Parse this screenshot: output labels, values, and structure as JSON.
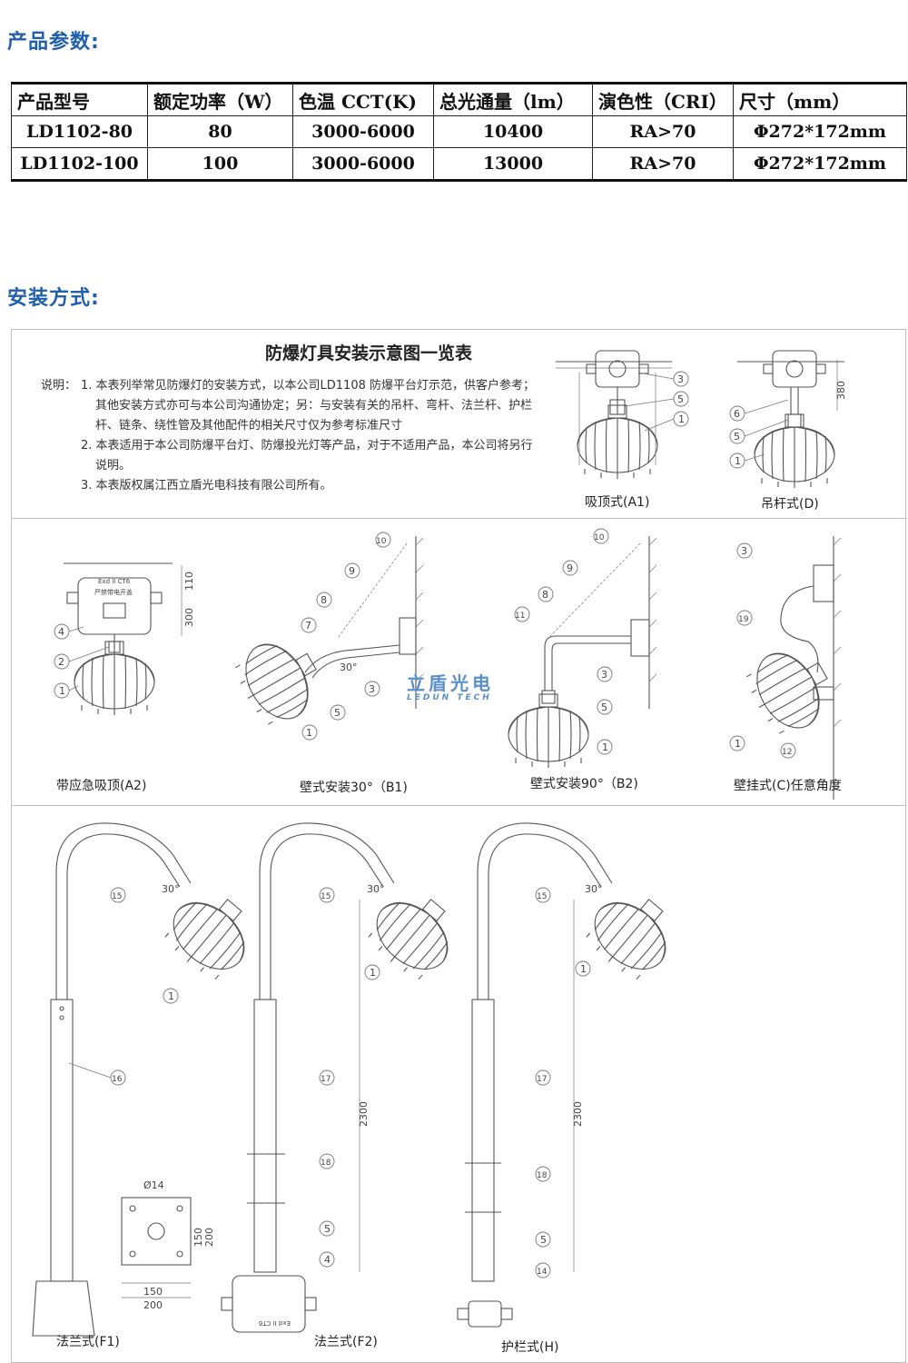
{
  "headings": {
    "params": "产品参数:",
    "install": "安装方式:"
  },
  "params_table": {
    "headers": [
      "产品型号",
      "额定功率（W）",
      "色温 CCT(K)",
      "总光通量（lm）",
      "演色性（CRI）",
      "尺寸（mm）"
    ],
    "rows": [
      [
        "LD1102-80",
        "80",
        "3000-6000",
        "10400",
        "RA>70",
        "Φ272*172mm"
      ],
      [
        "LD1102-100",
        "100",
        "3000-6000",
        "13000",
        "RA>70",
        "Φ272*172mm"
      ]
    ]
  },
  "sheet": {
    "title": "防爆灯具安装示意图一览表",
    "note_label": "说明：",
    "notes": [
      "1. 本表列举常见防爆灯的安装方式，以本公司LD1108 防爆平台灯示范，供客户参考；其他安装方式亦可与本公司沟通协定；另：与安装有关的吊杆、弯杆、法兰杆、护栏杆、链条、绕性管及其他配件的相关尺寸仅为参考标准尺寸",
      "2. 本表适用于本公司防爆平台灯、防爆投光灯等产品，对于不适用产品，本公司将另行说明。",
      "3. 本表版权属江西立盾光电科技有限公司所有。"
    ],
    "captions": {
      "a1": "吸顶式(A1)",
      "d": "吊杆式(D)",
      "a2": "带应急吸顶(A2)",
      "b1": "壁式安装30°（B1)",
      "b2": "壁式安装90°（B2)",
      "c": "壁挂式(C)任意角度",
      "f1": "法兰式(F1)",
      "f2": "法兰式(F2)",
      "h": "护栏式(H)"
    },
    "dimensions": {
      "d_380": "380",
      "a2_110": "110",
      "a2_300": "300",
      "angle_30": "30°",
      "f_2300": "2300",
      "flange_dia": "Ø14",
      "flange_150": "150",
      "flange_200": "200"
    },
    "box_label": {
      "line1": "Exd II CT6",
      "line2": "严禁带电开盖",
      "mirrored": "Exd II CT6"
    },
    "watermark": {
      "cn": "立盾光电",
      "en": "LEDUN TECH"
    }
  },
  "colors": {
    "heading": "#1f5fae",
    "watermark": "#5b8fc9",
    "table_border": "#222222"
  }
}
